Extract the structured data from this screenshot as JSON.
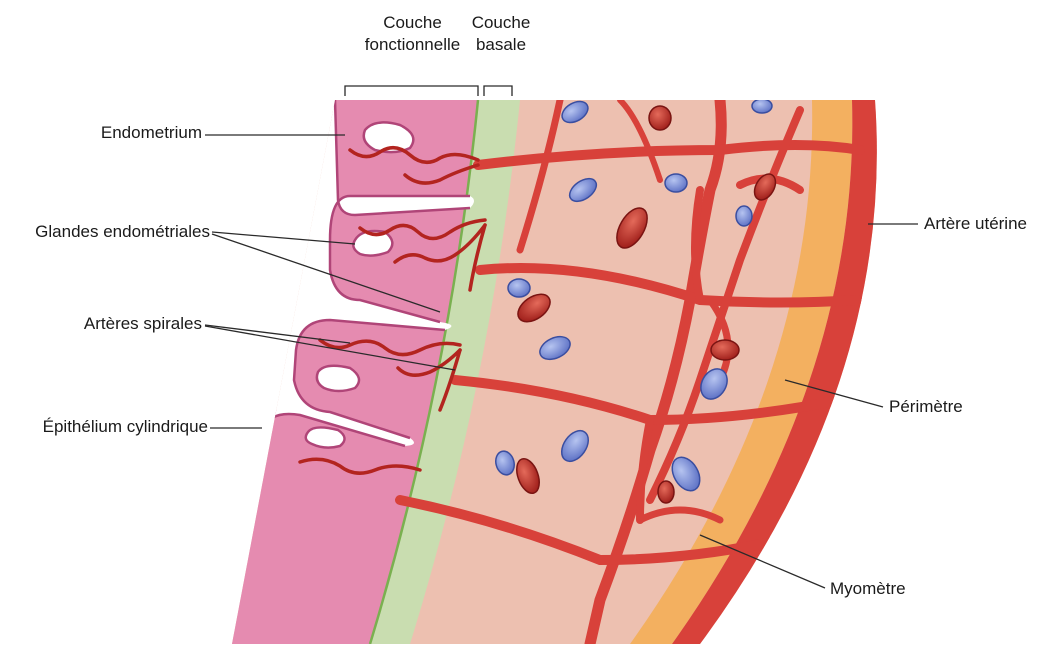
{
  "headers": {
    "functional": {
      "line1": "Couche",
      "line2": "fonctionnelle"
    },
    "basal": {
      "line1": "Couche",
      "line2": "basale"
    }
  },
  "labels": {
    "endometrium": "Endometrium",
    "glands": "Glandes endométriales",
    "spiral_arteries": "Artères spirales",
    "epithelium": "Épithélium cylindrique",
    "uterine_artery": "Artère utérine",
    "perimetrium": "Périmètre",
    "myometrium": "Myomètre"
  },
  "colors": {
    "endometrium_pink": "#e58bb0",
    "gland_lumen": "#ffffff",
    "basal_green": "#c9ddb0",
    "myometrium": "#edc0b0",
    "artery_red": "#d8413a",
    "artery_dark": "#a8201c",
    "vein_blue": "#6f84cf",
    "perimetrium_orange": "#f3b060"
  }
}
